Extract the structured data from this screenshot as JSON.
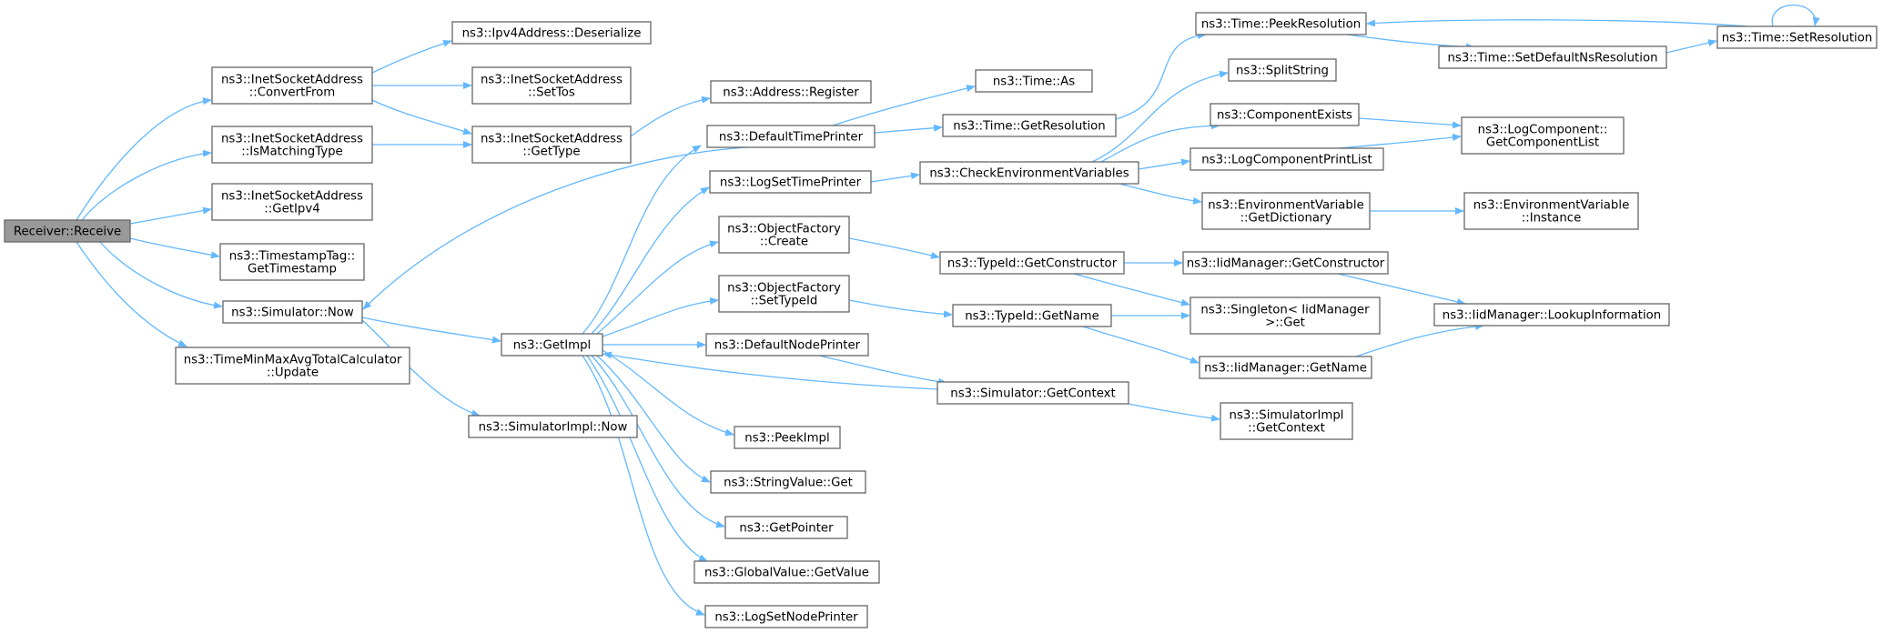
{
  "diagram": {
    "title": "",
    "edge_color": "#63b8ff",
    "root_fill": "#999999",
    "nodes": [
      {
        "id": "n0",
        "lines": [
          "Receiver::Receive"
        ],
        "root": true
      },
      {
        "id": "n1",
        "lines": [
          "ns3::InetSocketAddress",
          "::ConvertFrom"
        ]
      },
      {
        "id": "n2",
        "lines": [
          "ns3::InetSocketAddress",
          "::IsMatchingType"
        ]
      },
      {
        "id": "n3",
        "lines": [
          "ns3::InetSocketAddress",
          "::GetIpv4"
        ]
      },
      {
        "id": "n4",
        "lines": [
          "ns3::TimestampTag::",
          "GetTimestamp"
        ]
      },
      {
        "id": "n5",
        "lines": [
          "ns3::Simulator::Now"
        ]
      },
      {
        "id": "n6",
        "lines": [
          "ns3::TimeMinMaxAvgTotalCalculator",
          "::Update"
        ]
      },
      {
        "id": "n7",
        "lines": [
          "ns3::Ipv4Address::Deserialize"
        ]
      },
      {
        "id": "n8",
        "lines": [
          "ns3::InetSocketAddress",
          "::SetTos"
        ]
      },
      {
        "id": "n9",
        "lines": [
          "ns3::InetSocketAddress",
          "::GetType"
        ]
      },
      {
        "id": "n10",
        "lines": [
          "ns3::GetImpl"
        ]
      },
      {
        "id": "n11",
        "lines": [
          "ns3::SimulatorImpl::Now"
        ]
      },
      {
        "id": "n12",
        "lines": [
          "ns3::Address::Register"
        ]
      },
      {
        "id": "n13",
        "lines": [
          "ns3::DefaultTimePrinter"
        ]
      },
      {
        "id": "n14",
        "lines": [
          "ns3::LogSetTimePrinter"
        ]
      },
      {
        "id": "n15",
        "lines": [
          "ns3::ObjectFactory",
          "::Create"
        ]
      },
      {
        "id": "n16",
        "lines": [
          "ns3::ObjectFactory",
          "::SetTypeId"
        ]
      },
      {
        "id": "n17",
        "lines": [
          "ns3::DefaultNodePrinter"
        ]
      },
      {
        "id": "n18",
        "lines": [
          "ns3::PeekImpl"
        ]
      },
      {
        "id": "n19",
        "lines": [
          "ns3::StringValue::Get"
        ]
      },
      {
        "id": "n20",
        "lines": [
          "ns3::GetPointer"
        ]
      },
      {
        "id": "n21",
        "lines": [
          "ns3::GlobalValue::GetValue"
        ]
      },
      {
        "id": "n22",
        "lines": [
          "ns3::LogSetNodePrinter"
        ]
      },
      {
        "id": "n23",
        "lines": [
          "ns3::Time::As"
        ]
      },
      {
        "id": "n24",
        "lines": [
          "ns3::Time::GetResolution"
        ]
      },
      {
        "id": "n25",
        "lines": [
          "ns3::CheckEnvironmentVariables"
        ]
      },
      {
        "id": "n26",
        "lines": [
          "ns3::TypeId::GetConstructor"
        ]
      },
      {
        "id": "n27",
        "lines": [
          "ns3::TypeId::GetName"
        ]
      },
      {
        "id": "n28",
        "lines": [
          "ns3::Simulator::GetContext"
        ]
      },
      {
        "id": "n29",
        "lines": [
          "ns3::Time::PeekResolution"
        ]
      },
      {
        "id": "n30",
        "lines": [
          "ns3::SplitString"
        ]
      },
      {
        "id": "n31",
        "lines": [
          "ns3::ComponentExists"
        ]
      },
      {
        "id": "n32",
        "lines": [
          "ns3::LogComponentPrintList"
        ]
      },
      {
        "id": "n33",
        "lines": [
          "ns3::EnvironmentVariable",
          "::GetDictionary"
        ]
      },
      {
        "id": "n34",
        "lines": [
          "ns3::IidManager::GetConstructor"
        ]
      },
      {
        "id": "n35",
        "lines": [
          "ns3::Singleton< IidManager",
          " >::Get"
        ]
      },
      {
        "id": "n36",
        "lines": [
          "ns3::IidManager::GetName"
        ]
      },
      {
        "id": "n37",
        "lines": [
          "ns3::SimulatorImpl",
          "::GetContext"
        ]
      },
      {
        "id": "n38",
        "lines": [
          "ns3::Time::SetDefaultNsResolution"
        ]
      },
      {
        "id": "n39",
        "lines": [
          "ns3::Time::SetResolution"
        ]
      },
      {
        "id": "n40",
        "lines": [
          "ns3::LogComponent::",
          "GetComponentList"
        ]
      },
      {
        "id": "n41",
        "lines": [
          "ns3::EnvironmentVariable",
          "::Instance"
        ]
      },
      {
        "id": "n42",
        "lines": [
          "ns3::IidManager::LookupInformation"
        ]
      }
    ],
    "edges": [
      {
        "from": "n0",
        "to": "n1"
      },
      {
        "from": "n0",
        "to": "n2"
      },
      {
        "from": "n0",
        "to": "n3"
      },
      {
        "from": "n0",
        "to": "n4"
      },
      {
        "from": "n0",
        "to": "n5"
      },
      {
        "from": "n0",
        "to": "n6"
      },
      {
        "from": "n1",
        "to": "n7"
      },
      {
        "from": "n1",
        "to": "n8"
      },
      {
        "from": "n1",
        "to": "n9"
      },
      {
        "from": "n2",
        "to": "n9"
      },
      {
        "from": "n9",
        "to": "n12"
      },
      {
        "from": "n5",
        "to": "n10"
      },
      {
        "from": "n5",
        "to": "n11"
      },
      {
        "from": "n10",
        "to": "n13"
      },
      {
        "from": "n10",
        "to": "n14"
      },
      {
        "from": "n10",
        "to": "n15"
      },
      {
        "from": "n10",
        "to": "n16"
      },
      {
        "from": "n10",
        "to": "n17"
      },
      {
        "from": "n10",
        "to": "n18"
      },
      {
        "from": "n10",
        "to": "n19"
      },
      {
        "from": "n10",
        "to": "n20"
      },
      {
        "from": "n10",
        "to": "n21"
      },
      {
        "from": "n10",
        "to": "n22"
      },
      {
        "from": "n13",
        "to": "n5"
      },
      {
        "from": "n13",
        "to": "n23"
      },
      {
        "from": "n13",
        "to": "n24"
      },
      {
        "from": "n24",
        "to": "n29"
      },
      {
        "from": "n14",
        "to": "n25"
      },
      {
        "from": "n25",
        "to": "n30"
      },
      {
        "from": "n25",
        "to": "n31"
      },
      {
        "from": "n25",
        "to": "n32"
      },
      {
        "from": "n25",
        "to": "n33"
      },
      {
        "from": "n15",
        "to": "n26"
      },
      {
        "from": "n16",
        "to": "n27"
      },
      {
        "from": "n17",
        "to": "n28"
      },
      {
        "from": "n28",
        "to": "n10"
      },
      {
        "from": "n28",
        "to": "n37"
      },
      {
        "from": "n26",
        "to": "n34"
      },
      {
        "from": "n26",
        "to": "n35"
      },
      {
        "from": "n27",
        "to": "n35"
      },
      {
        "from": "n27",
        "to": "n36"
      },
      {
        "from": "n34",
        "to": "n42"
      },
      {
        "from": "n36",
        "to": "n42"
      },
      {
        "from": "n31",
        "to": "n40"
      },
      {
        "from": "n32",
        "to": "n40"
      },
      {
        "from": "n33",
        "to": "n41"
      },
      {
        "from": "n29",
        "to": "n38"
      },
      {
        "from": "n38",
        "to": "n39"
      },
      {
        "from": "n39",
        "to": "n29"
      },
      {
        "from": "n39",
        "to": "n39"
      }
    ]
  }
}
